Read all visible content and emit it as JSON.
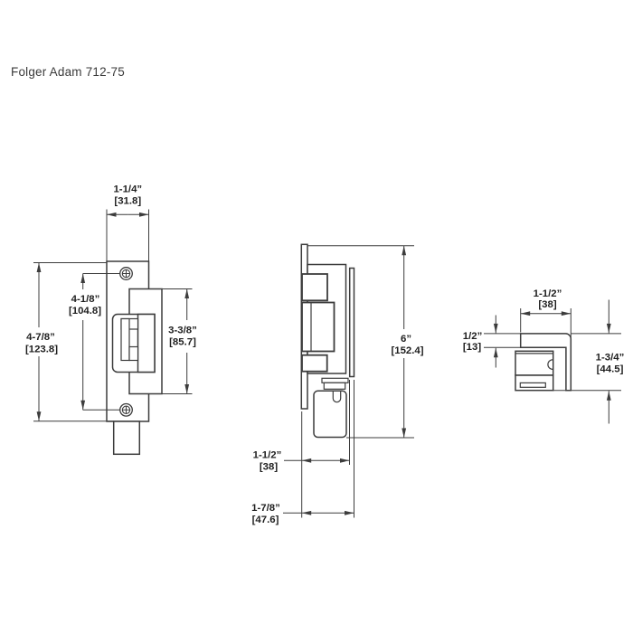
{
  "title": "Folger Adam 712-75",
  "colors": {
    "line": "#3c3c3c",
    "text": "#1f1f1f",
    "background": "#ffffff"
  },
  "views": {
    "front": {
      "dims": {
        "faceplate_width": {
          "in": "1-1/4”",
          "mm": "[31.8]"
        },
        "faceplate_height": {
          "in": "4-7/8”",
          "mm": "[123.8]"
        },
        "screw_spacing": {
          "in": "4-1/8”",
          "mm": "[104.8]"
        },
        "keeper_height": {
          "in": "3-3/8”",
          "mm": "[85.7]"
        }
      }
    },
    "side": {
      "dims": {
        "overall_height": {
          "in": "6”",
          "mm": "[152.4]"
        },
        "depth_inner": {
          "in": "1-1/2”",
          "mm": "[38]"
        },
        "depth_overall": {
          "in": "1-7/8”",
          "mm": "[47.6]"
        }
      }
    },
    "end": {
      "dims": {
        "width": {
          "in": "1-1/2”",
          "mm": "[38]"
        },
        "lip": {
          "in": "1/2”",
          "mm": "[13]"
        },
        "depth": {
          "in": "1-3/4”",
          "mm": "[44.5]"
        }
      }
    }
  }
}
